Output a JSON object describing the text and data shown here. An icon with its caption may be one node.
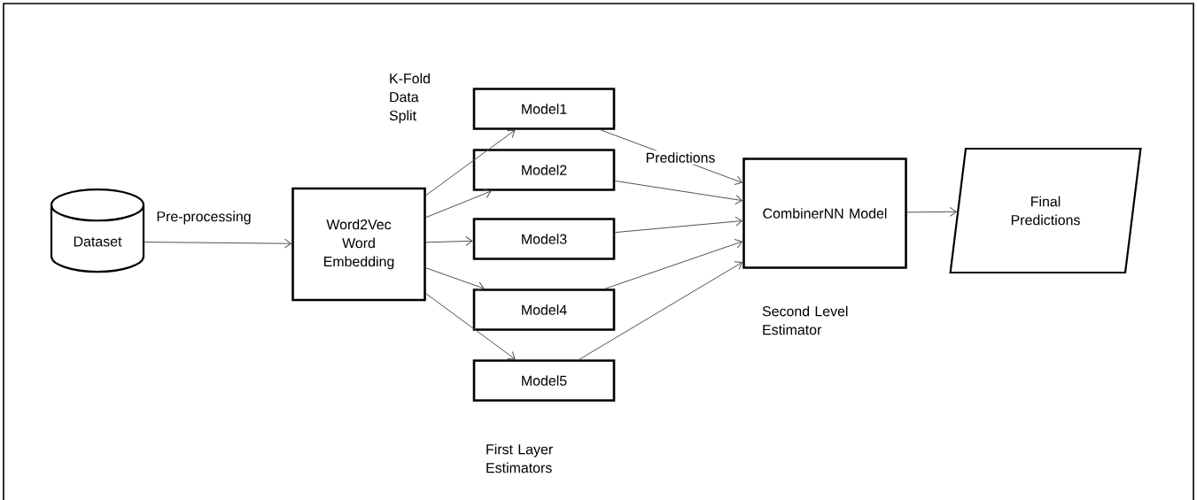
{
  "diagram": {
    "nodes": [
      {
        "text": [
          "Dataset"
        ]
      },
      {
        "text": [
          "Word2Vec Word Embedding"
        ]
      },
      {
        "text": [
          "Model1"
        ]
      },
      {
        "text": [
          "Model2"
        ]
      },
      {
        "text": [
          "Model3"
        ]
      },
      {
        "text": [
          "Model4"
        ]
      },
      {
        "text": [
          "Model5"
        ]
      },
      {
        "text": [
          "CombinerNN Model"
        ]
      },
      {
        "text": [
          "Final Predictions"
        ]
      }
    ],
    "edges": [
      {
        "from": 0,
        "to": 1,
        "arrow": "to",
        "label": "Pre-processing"
      },
      {
        "from": 1,
        "to": 2,
        "arrow": "to"
      },
      {
        "from": 1,
        "to": 3,
        "arrow": "to"
      },
      {
        "from": 1,
        "to": 4,
        "arrow": "to"
      },
      {
        "from": 1,
        "to": 5,
        "arrow": "to"
      },
      {
        "from": 1,
        "to": 6,
        "arrow": "to"
      },
      {
        "from": 2,
        "to": 7,
        "arrow": "to",
        "label": "Predictions"
      },
      {
        "from": 3,
        "to": 7,
        "arrow": "to"
      },
      {
        "from": 4,
        "to": 7,
        "arrow": "to"
      },
      {
        "from": 5,
        "to": 7,
        "arrow": "to"
      },
      {
        "from": 6,
        "to": 7,
        "arrow": "to"
      },
      {
        "from": 7,
        "to": 8,
        "arrow": "to"
      }
    ],
    "labels": [
      "K-Fold Data Split",
      "Second Level Estimator",
      "First Layer Estimators"
    ]
  }
}
